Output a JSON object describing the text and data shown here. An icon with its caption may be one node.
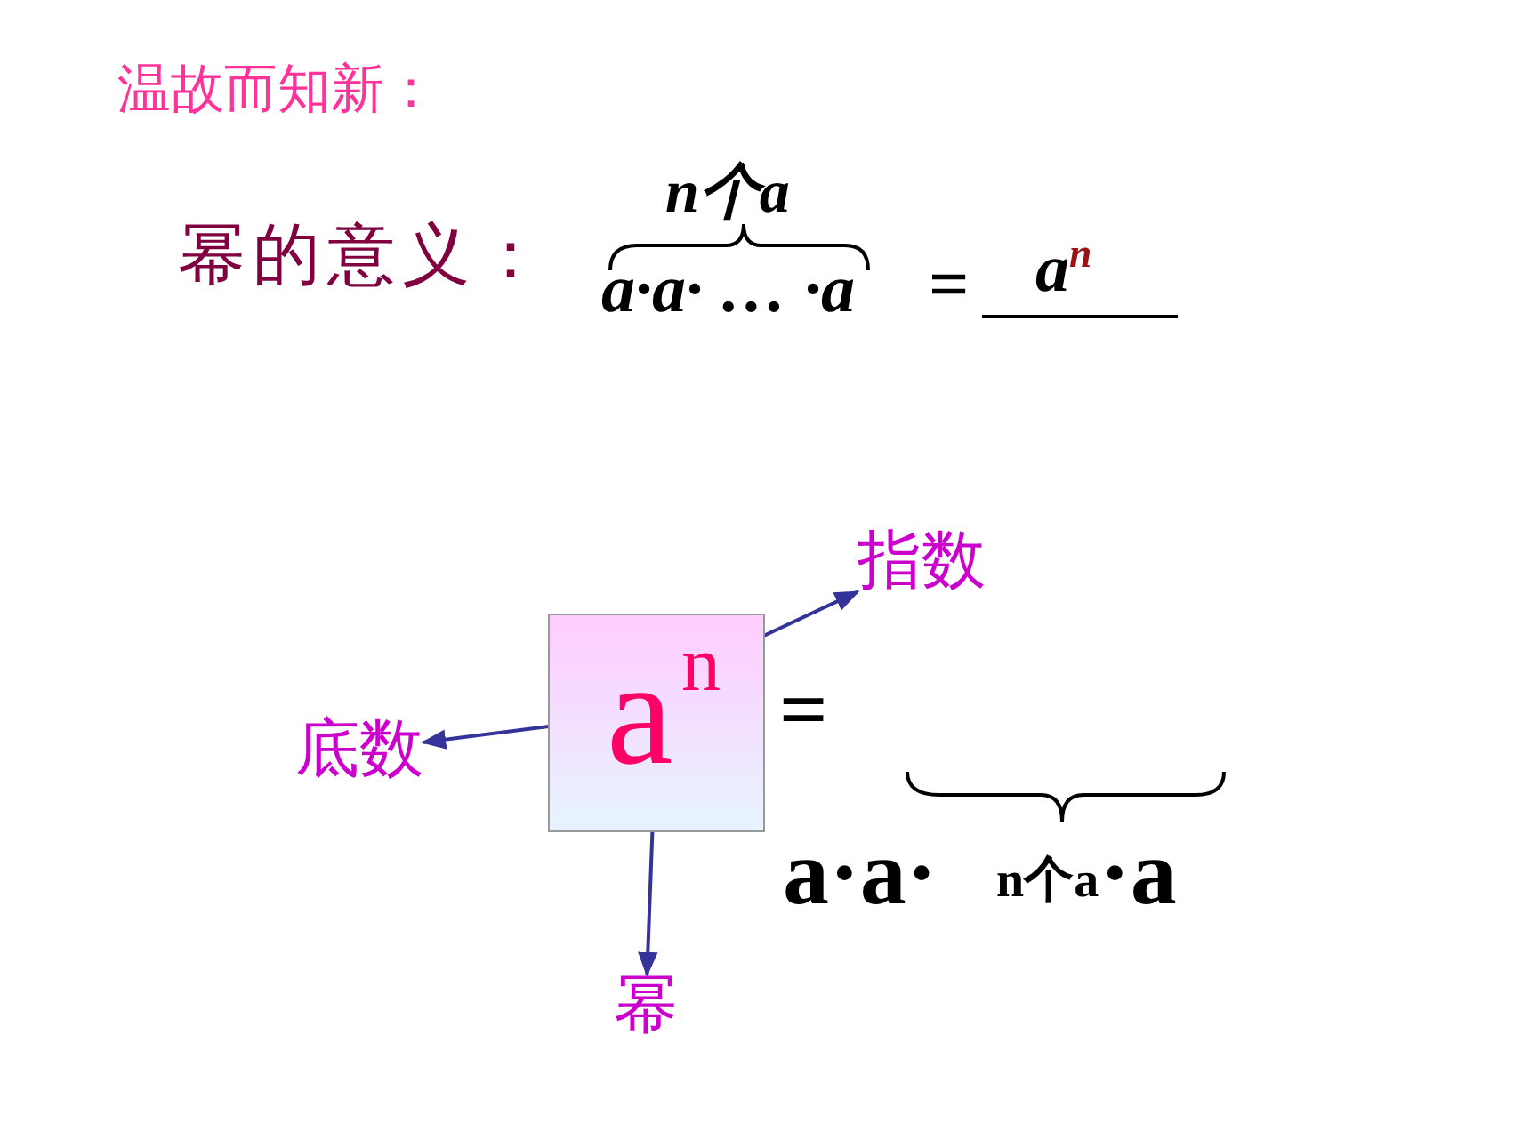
{
  "diagram": {
    "title": "温故而知新：",
    "nodes": [
      {
        "text": [],
        "shape": "box"
      },
      {
        "text": [
          "a"
        ],
        "in": 0
      },
      {
        "text": [
          "n"
        ],
        "in": 0
      },
      {
        "text": [
          "底数"
        ]
      },
      {
        "text": [
          "指数"
        ]
      },
      {
        "text": [
          "幂"
        ]
      }
    ],
    "edges": [
      {
        "from": 1,
        "to": 3,
        "arrow": "to"
      },
      {
        "from": 2,
        "to": 4,
        "arrow": "to"
      },
      {
        "from": 0,
        "to": 5,
        "arrow": "to"
      }
    ],
    "labels": [
      "幂的意义：",
      "n个a",
      "a·a· … ·a",
      "=",
      "a$^{n}$",
      "=",
      "a·a·",
      "n个a",
      "·a"
    ]
  }
}
